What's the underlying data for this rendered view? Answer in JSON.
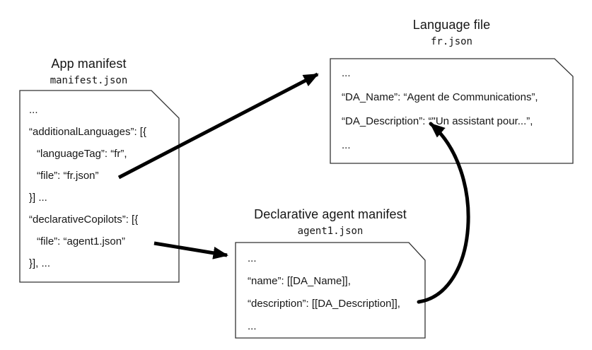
{
  "colors": {
    "background": "#ffffff",
    "box_border": "#333333",
    "box_fill": "#ffffff",
    "arrow": "#000000",
    "text": "#161616"
  },
  "boxes": {
    "app_manifest": {
      "title": "App manifest",
      "filename": "manifest.json",
      "lines": [
        "...",
        "“additionalLanguages”: [{",
        "“languageTag”: “fr”,",
        "“file”: “fr.json”",
        "}] ...",
        "“declarativeCopilots”: [{",
        "“file”: “agent1.json”",
        "}], ..."
      ]
    },
    "language_file": {
      "title": "Language file",
      "filename": "fr.json",
      "lines": [
        "...",
        "“DA_Name”: “Agent de Communications”,",
        "“DA_Description”: “\"Un assistant pour...”,",
        "..."
      ]
    },
    "agent_manifest": {
      "title": "Declarative agent manifest",
      "filename": "agent1.json",
      "lines": [
        "...",
        "“name”: [[DA_Name]],",
        "“description”: [[DA_Description]],",
        "..."
      ]
    }
  },
  "edges": [
    {
      "name": "file-fr-json-to-language-file",
      "from": "app_manifest “file”: “fr.json”",
      "to": "language_file document",
      "style": "straight"
    },
    {
      "name": "file-agent1-json-to-agent-manifest",
      "from": "app_manifest “file”: “agent1.json”",
      "to": "agent_manifest document",
      "style": "straight"
    },
    {
      "name": "da-description-reference",
      "from": "agent_manifest “description” line",
      "to": "language_file “DA_Description” value",
      "style": "curved"
    }
  ]
}
